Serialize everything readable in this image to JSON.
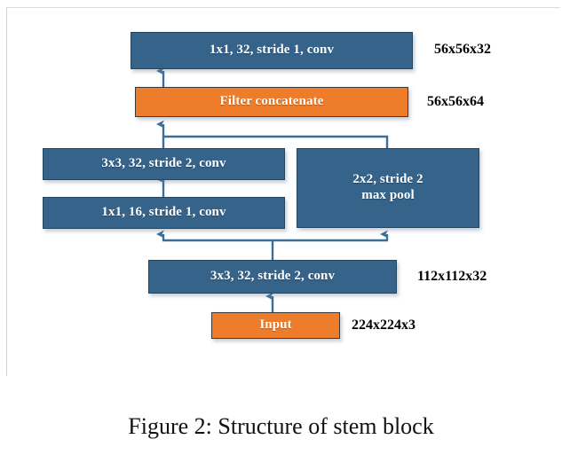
{
  "figure": {
    "caption": "Figure 2:  Structure of stem block",
    "palette": {
      "conv_block": "#35638a",
      "concat_block": "#ed7d2b",
      "wire": "#3d6e96",
      "label_text": "#000000",
      "background": "#ffffff",
      "frame": "#d6dde3"
    }
  },
  "nodes": [
    {
      "id": "top_conv",
      "label": "1x1, 32, stride 1, conv",
      "type": "conv",
      "color": "#35638a"
    },
    {
      "id": "concat",
      "label": "Filter concatenate",
      "type": "concatenate",
      "color": "#ed7d2b"
    },
    {
      "id": "branch_conv2",
      "label": "3x3, 32, stride 2, conv",
      "type": "conv",
      "color": "#35638a"
    },
    {
      "id": "branch_conv1",
      "label": "1x1, 16, stride 1, conv",
      "type": "conv",
      "color": "#35638a"
    },
    {
      "id": "maxpool",
      "label": "2x2, stride 2\nmax pool",
      "type": "pool",
      "color": "#35638a"
    },
    {
      "id": "stem_conv",
      "label": "3x3, 32, stride 2, conv",
      "type": "conv",
      "color": "#35638a"
    },
    {
      "id": "input",
      "label": "Input",
      "type": "input",
      "color": "#ed7d2b"
    }
  ],
  "dimension_labels": [
    {
      "id": "dim_top_conv",
      "text": "56x56x32",
      "for": "top_conv"
    },
    {
      "id": "dim_concat",
      "text": "56x56x64",
      "for": "concat"
    },
    {
      "id": "dim_stem_conv",
      "text": "112x112x32",
      "for": "stem_conv"
    },
    {
      "id": "dim_input",
      "text": "224x224x3",
      "for": "input"
    }
  ],
  "edges": [
    {
      "from": "concat",
      "to": "top_conv",
      "kind": "arrow"
    },
    {
      "from": "branch_conv2",
      "to": "concat",
      "kind": "merge"
    },
    {
      "from": "maxpool",
      "to": "concat",
      "kind": "merge"
    },
    {
      "from": "branch_conv1",
      "to": "branch_conv2",
      "kind": "arrow"
    },
    {
      "from": "stem_conv",
      "to": "branch_conv1",
      "kind": "split"
    },
    {
      "from": "stem_conv",
      "to": "maxpool",
      "kind": "split"
    },
    {
      "from": "input",
      "to": "stem_conv",
      "kind": "arrow"
    }
  ]
}
